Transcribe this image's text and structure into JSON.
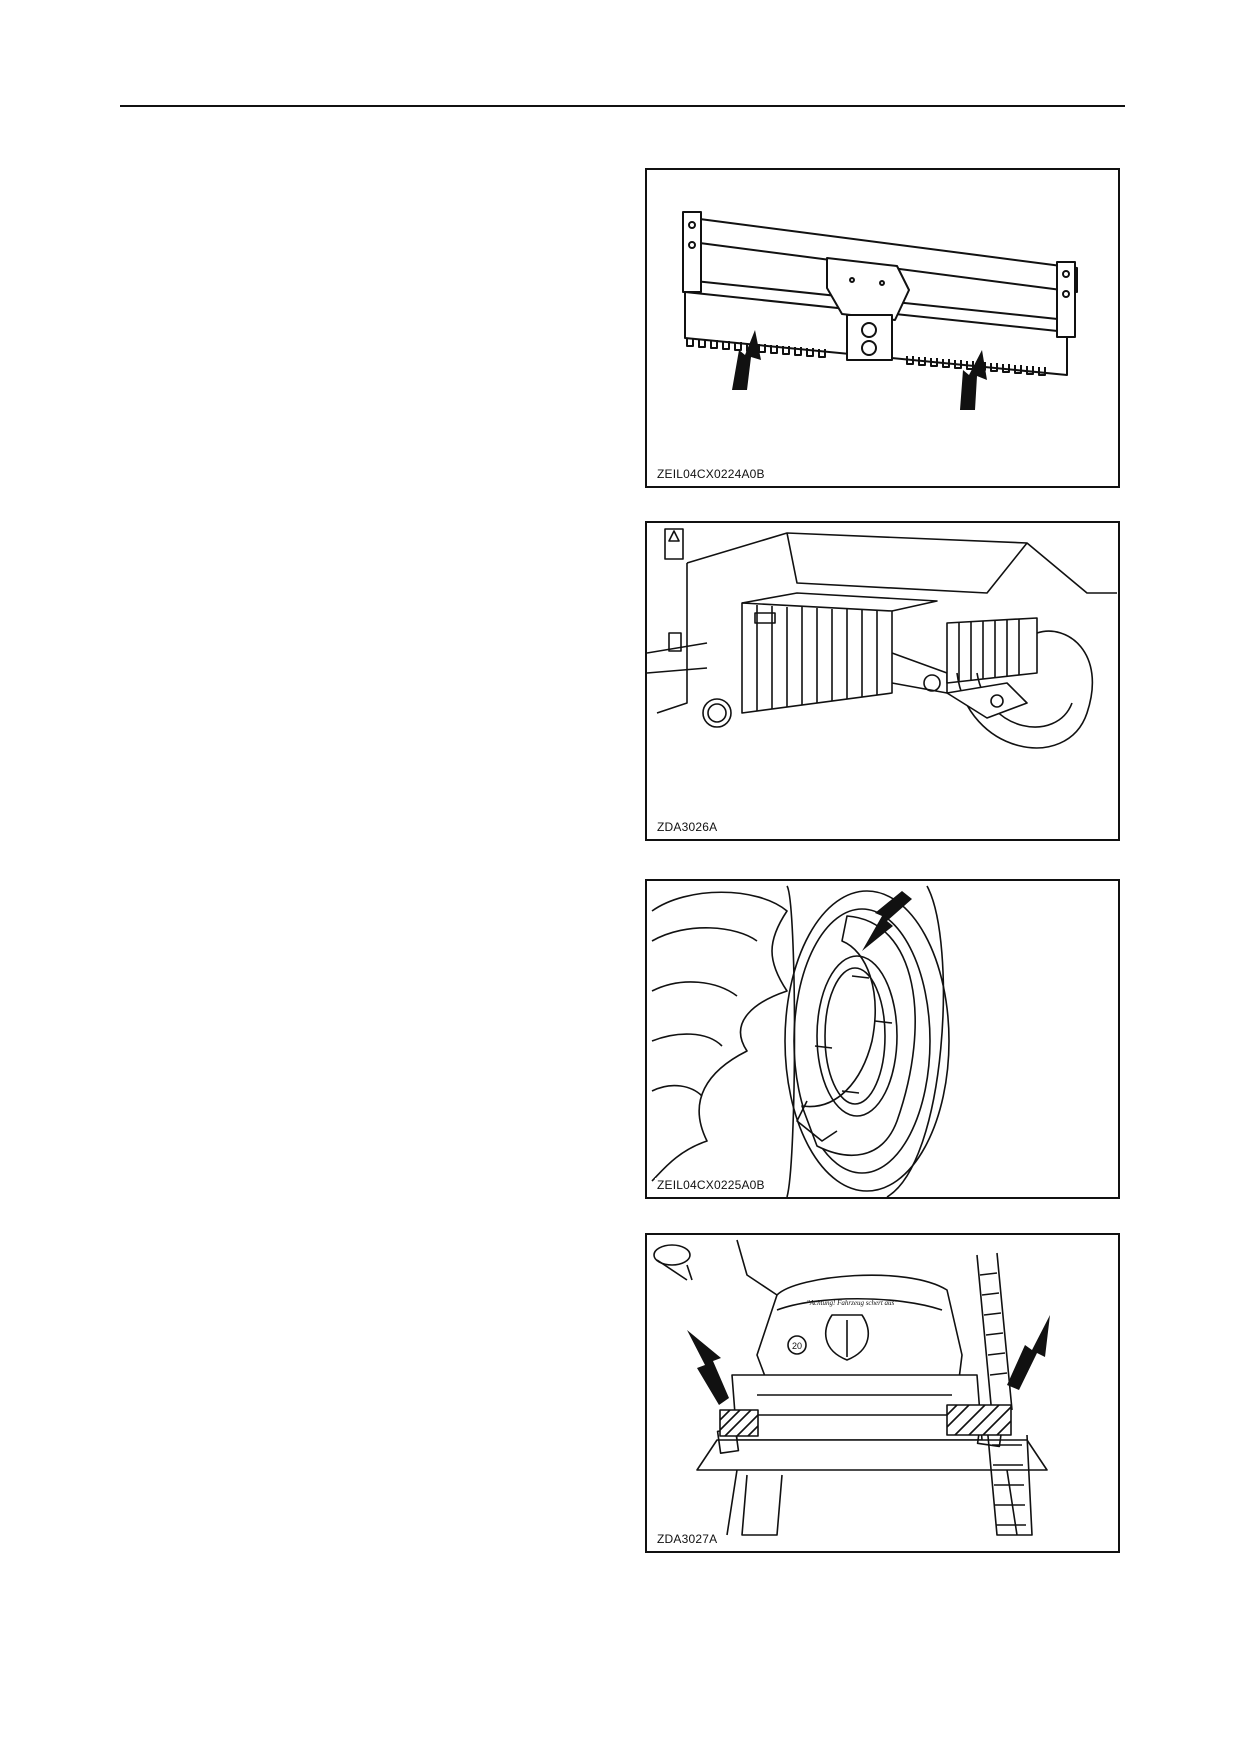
{
  "figures": [
    {
      "caption": "ZEIL04CX0224A0B",
      "icon": "front-weight-bar-illustration"
    },
    {
      "caption": "ZDA3026A",
      "icon": "side-weights-illustration"
    },
    {
      "caption": "ZEIL04CX0225A0B",
      "icon": "wheel-ring-weight-illustration"
    },
    {
      "caption": "ZDA3027A",
      "icon": "rear-weights-illustration"
    }
  ],
  "fig4": {
    "decal_text": "\"Achtung! Fahrzeug schert aus\"",
    "speed_badge": "20"
  },
  "colors": {
    "line": "#111111",
    "background": "#ffffff"
  }
}
